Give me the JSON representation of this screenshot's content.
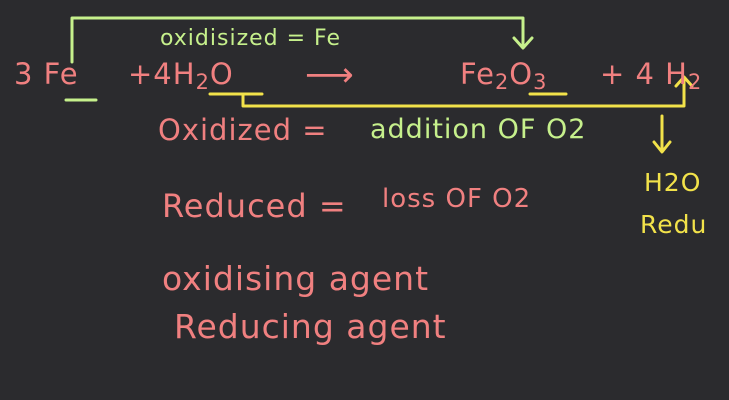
{
  "colors": {
    "background": "#2b2b2e",
    "salmon": "#f08080",
    "green": "#c6f08c",
    "yellow": "#f2e24a"
  },
  "equation": {
    "reactant1": "3 Fe",
    "reactant2_prefix": "+4H",
    "reactant2_sub": "2",
    "reactant2_suffix": "O",
    "arrow": "⟶",
    "product1_prefix": "Fe",
    "product1_sub1": "2",
    "product1_mid": "O",
    "product1_sub2": "3",
    "product2_prefix": "+ 4 H",
    "product2_sub": "2"
  },
  "annotations": {
    "oxidised_label": "oxidisized = Fe",
    "water_label": "H2O",
    "redu_label": "Redu"
  },
  "definitions": {
    "oxidized_term": "Oxidized =",
    "oxidized_definition": "addition OF O2",
    "reduced_term": "Reduced =",
    "reduced_definition": "loss OF O2"
  },
  "terms": {
    "oxidising_agent": "oxidising agent",
    "reducing_agent": "Reducing agent"
  }
}
